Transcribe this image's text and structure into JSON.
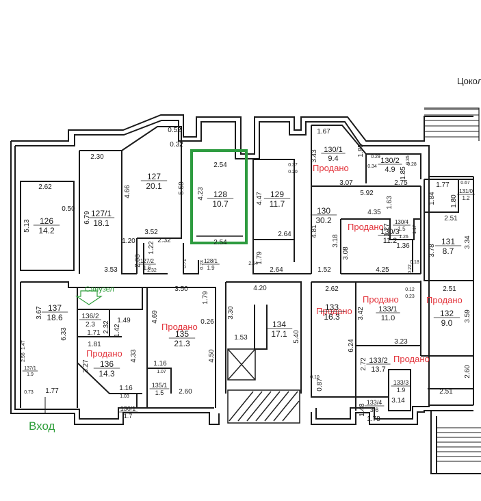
{
  "floor_label": "Цокол",
  "entrance_label": "Вход",
  "restroom_label": "Санузел",
  "sold_label": "Продано",
  "highlight_color": "#2d9b3f",
  "sold_color": "#e2323a",
  "rooms": [
    {
      "id": "126",
      "num": "126",
      "area": "14.2"
    },
    {
      "id": "127",
      "num": "127",
      "area": "20.1"
    },
    {
      "id": "127-1",
      "num": "127/1",
      "area": "18.1"
    },
    {
      "id": "127-2",
      "num": "127/2",
      "area": "1.6"
    },
    {
      "id": "128",
      "num": "128",
      "area": "10.7"
    },
    {
      "id": "128-1",
      "num": "128/1",
      "area": "1.9"
    },
    {
      "id": "129",
      "num": "129",
      "area": "11.7"
    },
    {
      "id": "130",
      "num": "130",
      "area": "30.2"
    },
    {
      "id": "130-1",
      "num": "130/1",
      "area": "9.4"
    },
    {
      "id": "130-2",
      "num": "130/2",
      "area": "4.9"
    },
    {
      "id": "130-3",
      "num": "130/3",
      "area": "11.2"
    },
    {
      "id": "130-4",
      "num": "130/4",
      "area": "1.5"
    },
    {
      "id": "131",
      "num": "131",
      "area": "8.7"
    },
    {
      "id": "131-0",
      "num": "131/0",
      "area": "1.2"
    },
    {
      "id": "132",
      "num": "132",
      "area": "9.0"
    },
    {
      "id": "133",
      "num": "133",
      "area": "16.3"
    },
    {
      "id": "133-1",
      "num": "133/1",
      "area": "11.0"
    },
    {
      "id": "133-2",
      "num": "133/2",
      "area": "13.7"
    },
    {
      "id": "133-3",
      "num": "133/3",
      "area": "1.9"
    },
    {
      "id": "133-4",
      "num": "133/4",
      "area": "3.6"
    },
    {
      "id": "134",
      "num": "134",
      "area": "17.1"
    },
    {
      "id": "135",
      "num": "135",
      "area": "21.3"
    },
    {
      "id": "135-1",
      "num": "135/1",
      "area": "1.5"
    },
    {
      "id": "136",
      "num": "136",
      "area": "14.3"
    },
    {
      "id": "136-1",
      "num": "136/1",
      "area": "1.7"
    },
    {
      "id": "136-2",
      "num": "136/2",
      "area": "2.3"
    },
    {
      "id": "137",
      "num": "137",
      "area": "18.6"
    },
    {
      "id": "137-1",
      "num": "137/1",
      "area": "1.9"
    }
  ],
  "dims": {
    "d1": "2.30",
    "d2": "0.52",
    "d3": "0.32",
    "d4": "2.54",
    "d5": "1.67",
    "d6": "2.62",
    "d7": "0.50",
    "d8": "5.13",
    "d9": "6.79",
    "d10": "4.66",
    "d11": "5.59",
    "d12": "4.23",
    "d13": "0.37",
    "d14": "0.20",
    "d15": "4.47",
    "d16": "3.43",
    "d17": "1.85",
    "d18": "0.29",
    "d19": "0.34",
    "d20": "0.35",
    "d21": "0.28",
    "d22": "1.85",
    "d23": "3.07",
    "d24": "5.92",
    "d25": "2.75",
    "d26": "1.77",
    "d27": "0.67",
    "d28": "1.80",
    "d29": "1.84",
    "d30": "1.63",
    "d31": "4.35",
    "d32": "2.51",
    "d33": "1.27",
    "d34": "1.17",
    "d35": "3.52",
    "d36": "2.32",
    "d37": "1.20",
    "d38": "1.22",
    "d39": "2.54",
    "d40": "2.64",
    "d41": "4.81",
    "d42": "3.18",
    "d43": "1.26",
    "d44": "1.36",
    "d45": "3.78",
    "d46": "3.34",
    "d47": "3.08",
    "d48": "2.03",
    "d49": "3.53",
    "d50": "0.71",
    "d51": "0.73",
    "d52": "2.32",
    "d53": "1.79",
    "d54": "2.64",
    "d55": "1.52",
    "d56": "4.25",
    "d57": "0.18",
    "d58": "0.22",
    "d59": "3.50",
    "d60": "4.20",
    "d61": "2.62",
    "d62": "2.51",
    "d63": "3.67",
    "d64": "1.79",
    "d65": "0.12",
    "d66": "0.23",
    "d67": "6.33",
    "d68": "1.49",
    "d69": "0.26",
    "d70": "3.30",
    "d71": "3.42",
    "d72": "3.59",
    "d73": "2.32",
    "d74": "1.71",
    "d75": "1.42",
    "d76": "4.69",
    "d77": "1.81",
    "d78": "3.27",
    "d79": "4.33",
    "d80": "1.53",
    "d81": "5.40",
    "d82": "6.24",
    "d83": "3.23",
    "d84": "4.50",
    "d85": "1.16",
    "d86": "2.72",
    "d87": "1.07",
    "d88": "1.77",
    "d89": "1.16",
    "d90": "1.03",
    "d91": "2.60",
    "d92": "0.87",
    "d93": "0.10",
    "d94": "1.48",
    "d95": "3.14",
    "d96": "1.78",
    "d97": "2.60",
    "d98": "2.51",
    "d99": "0.73",
    "d100": "2.54",
    "d101": "1.47",
    "d102": "2.56"
  }
}
